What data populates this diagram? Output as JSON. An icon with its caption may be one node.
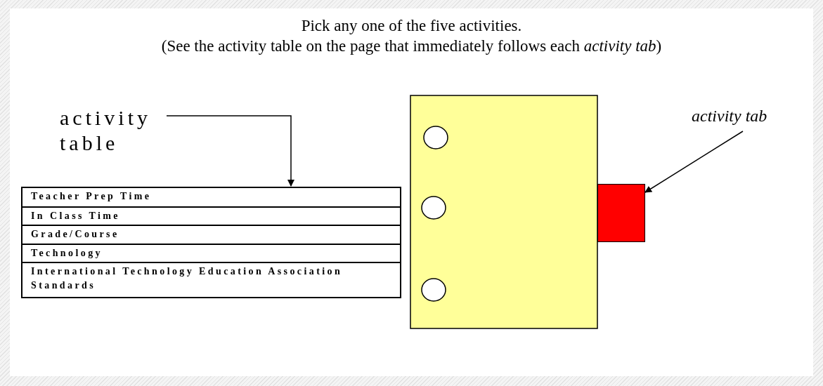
{
  "diagram": {
    "title": "Pick any one of the five activities.",
    "nodes": [
      {
        "text": [
          "activity table"
        ]
      },
      {
        "text": [
          "Teacher Prep Time",
          "In Class Time",
          "Grade/Course",
          "Technology",
          "International Technology Education Association Standards"
        ]
      },
      {
        "text": [
          "activity tab"
        ]
      },
      {
        "text": [],
        "shape": "box"
      }
    ],
    "edges": [
      {
        "from": 0,
        "to": 1,
        "arrow": "to"
      },
      {
        "from": 2,
        "to": 3,
        "arrow": "to"
      }
    ],
    "labels": [
      "(See the activity table on the page that immediately follows each *activity tab*)"
    ]
  }
}
